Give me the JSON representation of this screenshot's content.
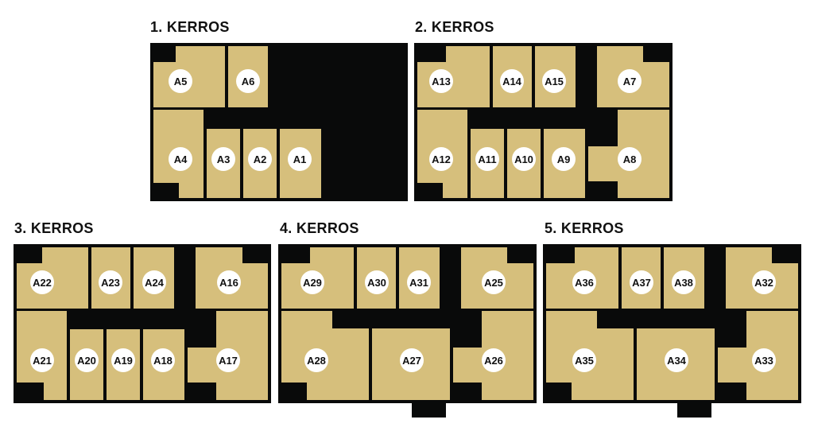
{
  "colors": {
    "room": "#d6bf7c",
    "wall": "#090a0a",
    "label_bg": "#ffffff",
    "text": "#111111"
  },
  "floors": [
    {
      "title": "1. KERROS",
      "units": [
        "A5",
        "A6",
        "A4",
        "A3",
        "A2",
        "A1"
      ]
    },
    {
      "title": "2. KERROS",
      "units": [
        "A13",
        "A14",
        "A15",
        "A7",
        "A12",
        "A11",
        "A10",
        "A9",
        "A8"
      ]
    },
    {
      "title": "3. KERROS",
      "units": [
        "A22",
        "A23",
        "A24",
        "A16",
        "A21",
        "A20",
        "A19",
        "A18",
        "A17"
      ]
    },
    {
      "title": "4. KERROS",
      "units": [
        "A29",
        "A30",
        "A31",
        "A25",
        "A28",
        "A27",
        "A26"
      ]
    },
    {
      "title": "5. KERROS",
      "units": [
        "A36",
        "A37",
        "A38",
        "A32",
        "A35",
        "A34",
        "A33"
      ]
    }
  ]
}
